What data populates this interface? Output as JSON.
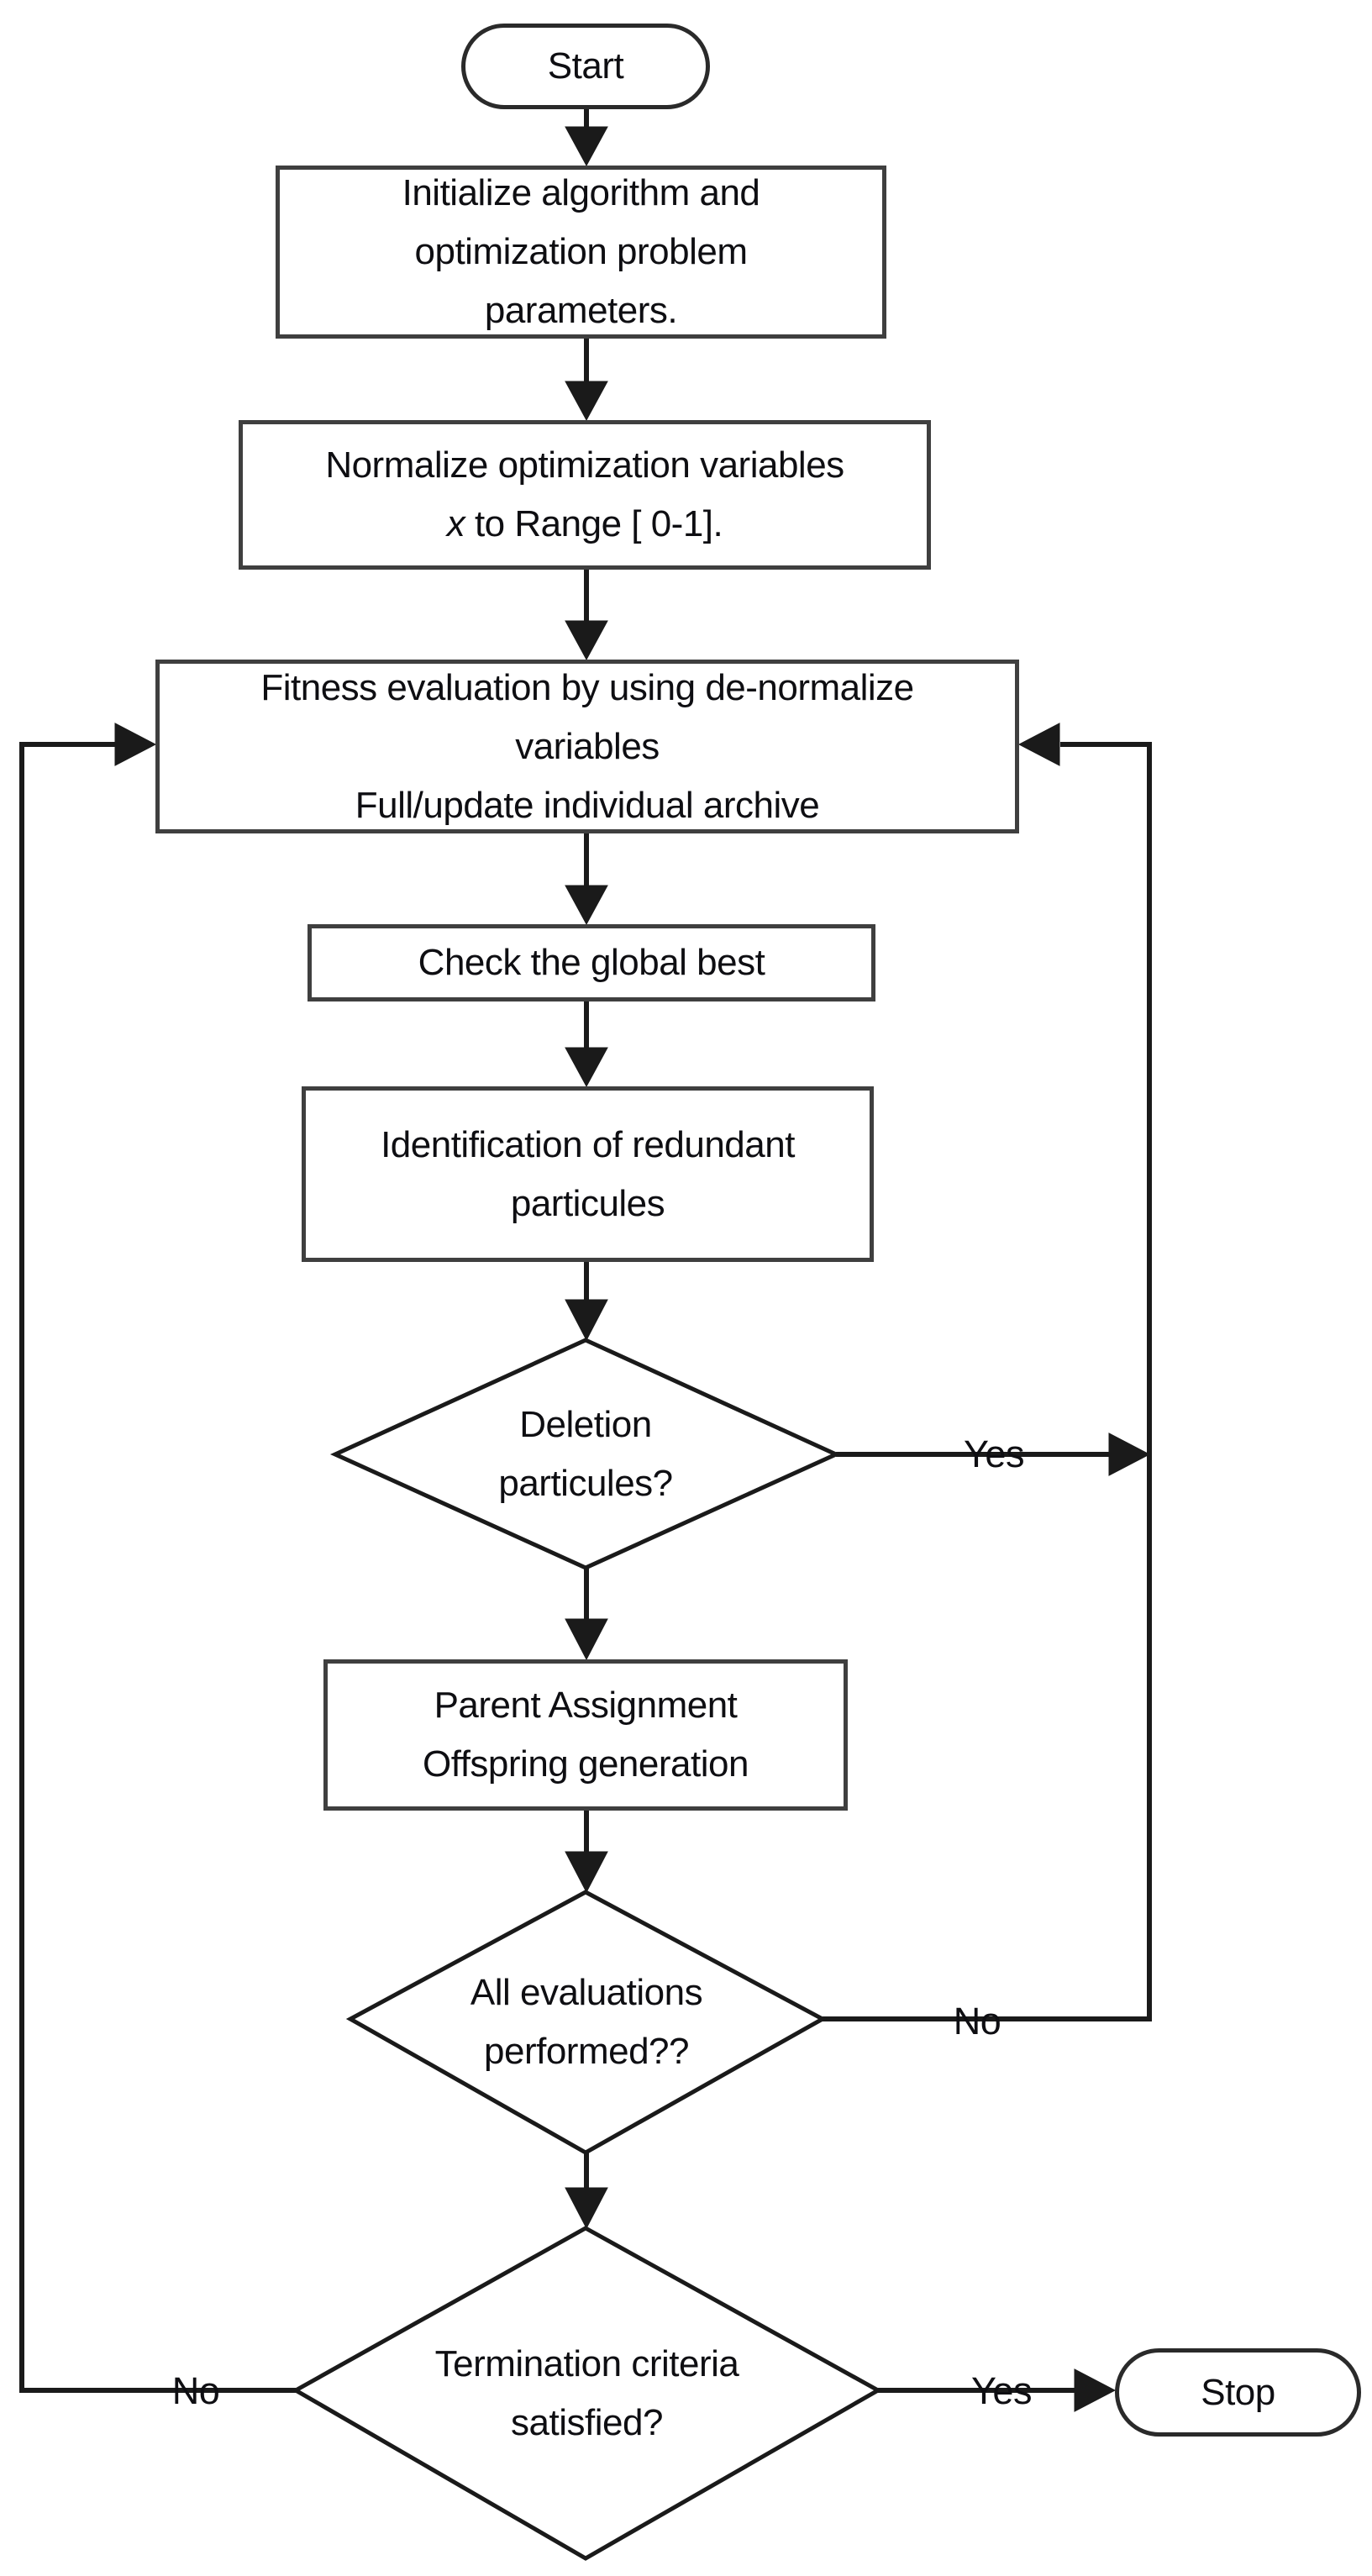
{
  "theme": {
    "bg": "#ffffff",
    "ink": "#1a1a1a",
    "box_border": "#3f3f3f",
    "text": "#0e0e12"
  },
  "flowchart": {
    "start": {
      "label": "Start"
    },
    "steps": {
      "initialize": {
        "lines": [
          "Initialize algorithm and",
          "optimization problem",
          "parameters."
        ]
      },
      "normalize": {
        "line1": "Normalize optimization variables",
        "x_var": "x",
        "line2_rest": " to Range [ 0-1]."
      },
      "fitness": {
        "lines": [
          "Fitness evaluation by using de-normalize",
          "variables",
          "Full/update individual archive"
        ]
      },
      "check_global_best": {
        "label": "Check the global best"
      },
      "identify_redundant": {
        "lines": [
          "Identification of redundant",
          "particules"
        ]
      },
      "parent_offspring": {
        "lines": [
          "Parent Assignment",
          "Offspring generation"
        ]
      }
    },
    "decisions": {
      "deletion": {
        "lines": [
          "Deletion",
          "particules?"
        ]
      },
      "all_evaluations": {
        "lines": [
          "All evaluations",
          "performed??"
        ]
      },
      "termination": {
        "lines": [
          "Termination criteria",
          "satisfied?"
        ]
      }
    },
    "edge_labels": {
      "deletion_yes": "Yes",
      "evaluations_no": "No",
      "termination_no": "No",
      "termination_yes": "Yes"
    },
    "end": {
      "label": "Stop"
    }
  }
}
